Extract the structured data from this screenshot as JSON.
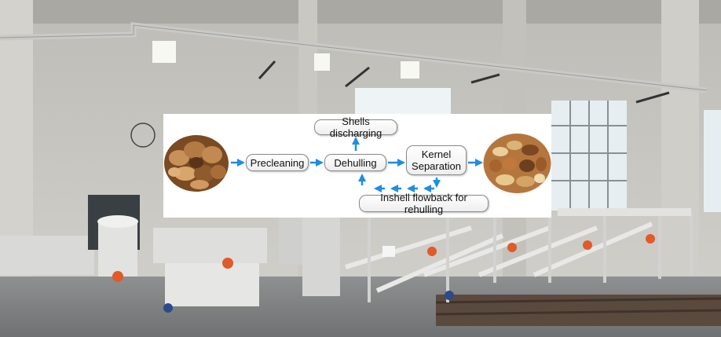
{
  "flow": {
    "shells_discharging": "Shells discharging",
    "precleaning": "Precleaning",
    "dehulling": "Dehulling",
    "kernel_line1": "Kernel",
    "kernel_line2": "Separation",
    "inshell_flowback": "Inshell flowback for rehulling"
  },
  "colors": {
    "arrow": "#1e8ee0",
    "wall": "#c4c3be",
    "floor": "#8d8f90",
    "machine": "#d8d8d8",
    "motor": "#e05a2a"
  },
  "icons": {
    "arrow": "blue-arrow-icon",
    "left_image": "mixed-nuts-in-shell-image",
    "right_image": "shelled-nut-kernels-image"
  }
}
